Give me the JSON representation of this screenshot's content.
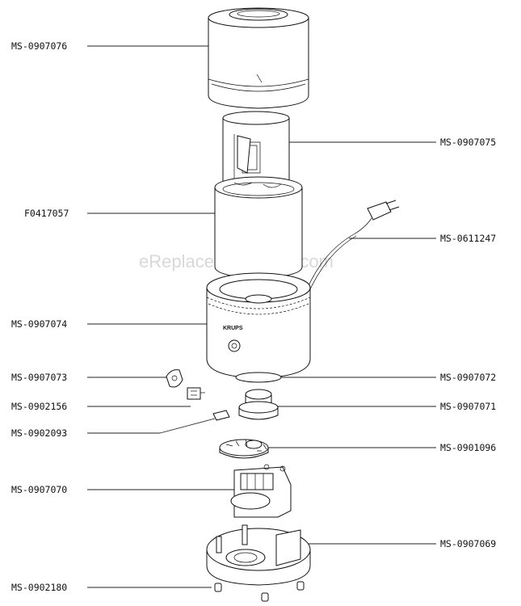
{
  "watermark": "eReplacementParts.com",
  "brand_mark": "KRUPS",
  "parts": {
    "lid": "MS-0907076",
    "blade_holder": "MS-0907075",
    "bowl": "F0417057",
    "power_cord": "MS-0611247",
    "housing": "MS-0907074",
    "switch_knob": "MS-0907073",
    "gasket": "MS-0907072",
    "switch": "MS-0902156",
    "coupling": "MS-0907071",
    "switch_contact": "MS-0902093",
    "gear_wheel": "MS-0901096",
    "motor": "MS-0907070",
    "base": "MS-0907069",
    "feet": "MS-0902180"
  }
}
